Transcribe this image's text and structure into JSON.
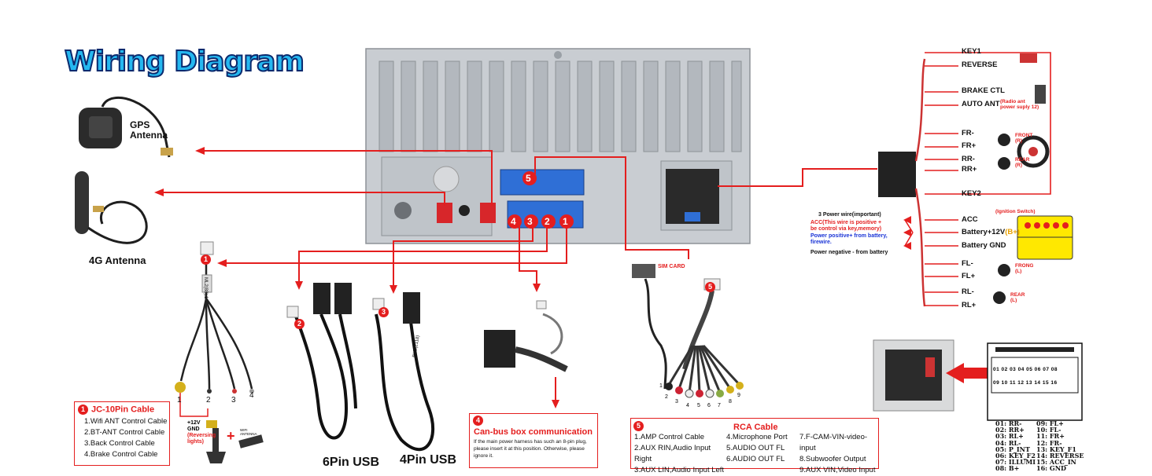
{
  "title": "Wiring Diagram",
  "antennas": {
    "gps": "GPS\nAntenna",
    "g4": "4G Antenna"
  },
  "port_numbers": [
    "5",
    "4",
    "3",
    "2",
    "1"
  ],
  "jc10": {
    "number": "1",
    "title": "JC-10Pin Cable",
    "items": [
      "1.Wifi ANT Control Cable",
      "2.BT-ANT Control Cable",
      "3.Back Control Cable",
      "4.Brake Control Cable"
    ],
    "connector_numbers": [
      "1",
      "2",
      "3",
      "4"
    ],
    "tag": "ML2(88),1",
    "camera_notes": [
      "+12V",
      "GND",
      "(Reversing",
      "lights)"
    ],
    "wifi_antenna": "WIFI ANTENNA"
  },
  "usb": {
    "six_pin_label": "6Pin USB",
    "four_pin_label": "4Pin USB",
    "six_pin_number": "2",
    "four_pin_number": "3",
    "tag": "BLU(2118)"
  },
  "canbus": {
    "number": "4",
    "title": "Can-bus box communication",
    "text": "If the main power harness has such an 8-pin plug, please insert it at this position.  Otherwise, please ignore it."
  },
  "rca": {
    "number": "5",
    "title": "RCA Cable",
    "sim_label": "SIM CARD",
    "col1": [
      "1.AMP Control Cable",
      "2.AUX RIN,Audio Input Right",
      "3.AUX LIN,Audio Input Left"
    ],
    "col2": [
      "4.Microphone Port",
      "5.AUDIO OUT FL",
      "6.AUDIO OUT FL"
    ],
    "col3": [
      "7.F-CAM-VIN-video-input",
      "8.Subwoofer Output",
      "9.AUX VIN,Video Input"
    ],
    "plug_numbers": [
      "1",
      "2",
      "3",
      "4",
      "5",
      "6",
      "7",
      "8",
      "9"
    ]
  },
  "right_panel": {
    "wires": [
      "KEY1",
      "REVERSE",
      "BRAKE CTL",
      "AUTO ANT",
      "FR-",
      "FR+",
      "RR-",
      "RR+",
      "KEY2",
      "ACC",
      "Battery+12V",
      "Battery GND",
      "FL-",
      "FL+",
      "RL-",
      "RL+"
    ],
    "battery_mark": "(B+)",
    "auto_ant_note": "(Radio ant\npower suply 12)",
    "front_speaker": "FRONT\n(R)",
    "rear_speaker_r": "REAR\n(R)",
    "front_speaker_l": "FRONG\n(L)",
    "rear_speaker_l": "REAR\n(L)",
    "ignition": "(Ignition Switch)",
    "power_note1": "3 Power wire(important)",
    "power_note2": "ACC(This wire is positive +\nbe control via key,memory)",
    "power_note3": "Power positive+ from battery,\nfirewire.",
    "power_note4": "Power negative - from battery"
  },
  "pinout": {
    "row1": "01 02 03 04 05 06 07 08",
    "row2": "09 10 11 12 13 14 15 16",
    "col1": [
      "01:  RR-",
      "02:  RR+",
      "03:  RL+",
      "04:  RL-",
      "05:  P_INT",
      "06:  KEY_F2",
      "07:  ILLUMI",
      "08:  B+"
    ],
    "col2": [
      "09:  FL+",
      "10:  FL-",
      "11:  FR+",
      "12:  FR-",
      "13:  KEY_F1",
      "14:  REVERSE",
      "15:  ACC_IN",
      "16:  GND"
    ]
  },
  "colors": {
    "accent": "#e41e1e",
    "title": "#25b8f0",
    "unit_body": "#c9cdd2",
    "port_blue": "#2f6fd6"
  }
}
